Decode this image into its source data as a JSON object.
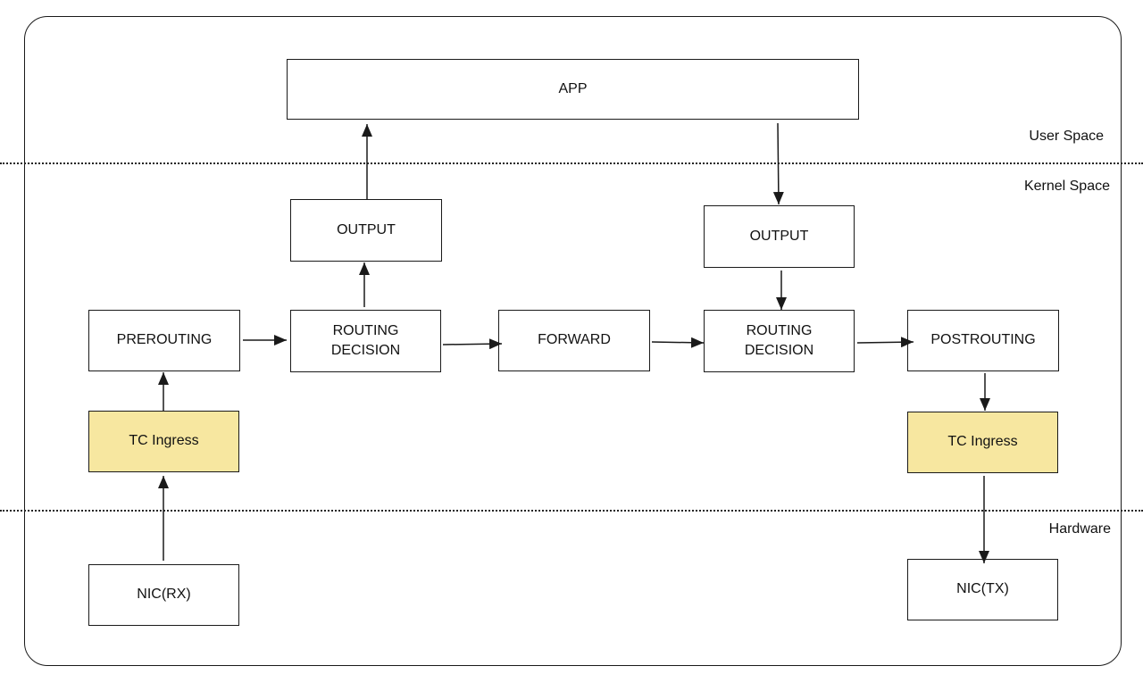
{
  "zones": {
    "user_space": "User Space",
    "kernel_space": "Kernel Space",
    "hardware": "Hardware"
  },
  "nodes": {
    "app": "APP",
    "output_left": "OUTPUT",
    "output_right": "OUTPUT",
    "prerouting": "PREROUTING",
    "routing_decision_left": "ROUTING\nDECISION",
    "forward": "FORWARD",
    "routing_decision_right": "ROUTING\nDECISION",
    "postrouting": "POSTROUTING",
    "tc_ingress_left": "TC Ingress",
    "tc_ingress_right": "TC Ingress",
    "nic_rx": "NIC(RX)",
    "nic_tx": "NIC(TX)"
  },
  "colors": {
    "tc_highlight": "#f7e7a0",
    "line": "#1a1a1a"
  },
  "edges": [
    {
      "from": "nic_rx",
      "to": "tc_ingress_left"
    },
    {
      "from": "tc_ingress_left",
      "to": "prerouting"
    },
    {
      "from": "prerouting",
      "to": "routing_decision_left"
    },
    {
      "from": "routing_decision_left",
      "to": "output_left"
    },
    {
      "from": "output_left",
      "to": "app"
    },
    {
      "from": "routing_decision_left",
      "to": "forward"
    },
    {
      "from": "forward",
      "to": "routing_decision_right"
    },
    {
      "from": "app",
      "to": "output_right"
    },
    {
      "from": "output_right",
      "to": "routing_decision_right"
    },
    {
      "from": "routing_decision_right",
      "to": "postrouting"
    },
    {
      "from": "postrouting",
      "to": "tc_ingress_right"
    },
    {
      "from": "tc_ingress_right",
      "to": "nic_tx"
    }
  ]
}
